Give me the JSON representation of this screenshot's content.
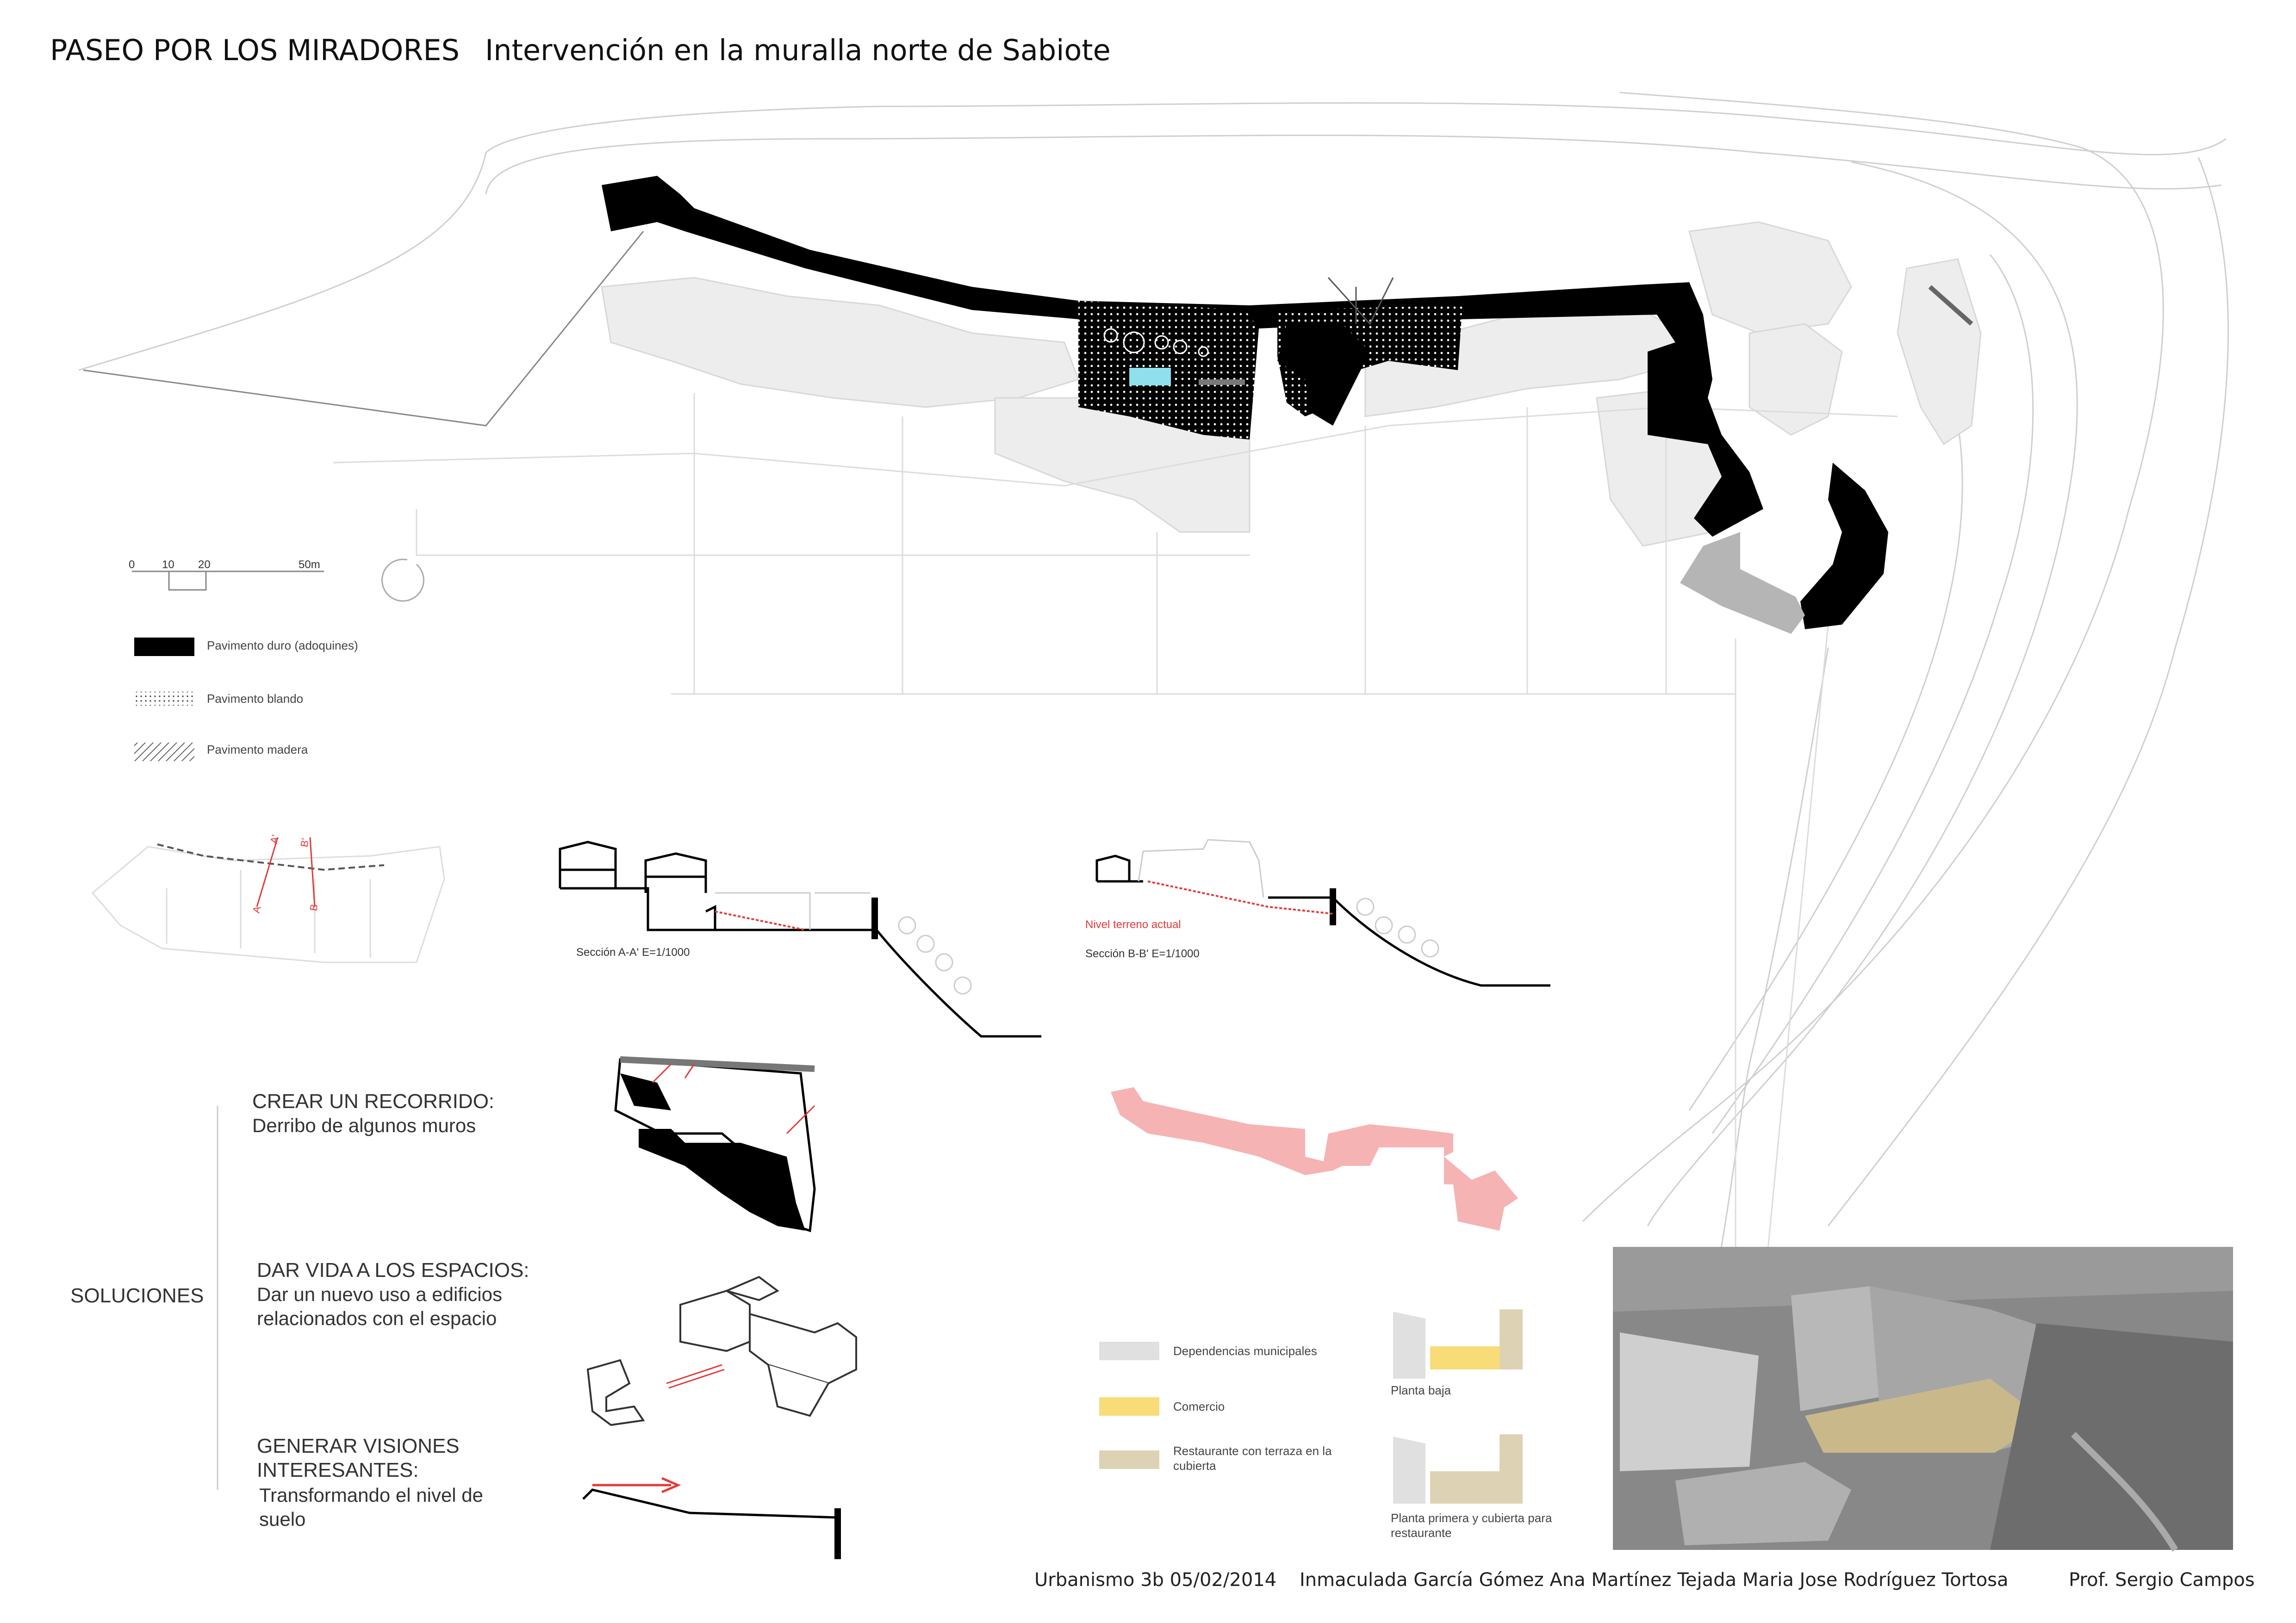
{
  "header": {
    "title_left": "PASEO  POR LOS MIRADORES",
    "title_right": "Intervención en la muralla norte de Sabiote"
  },
  "scale_bar": {
    "labels": [
      "0",
      "10",
      "20",
      "50m"
    ]
  },
  "legend_pavement": [
    {
      "label": "Pavimento duro (adoquines)",
      "pattern": "solid-black"
    },
    {
      "label": "Pavimento blando",
      "pattern": "dots"
    },
    {
      "label": "Pavimento madera",
      "pattern": "hatch"
    }
  ],
  "key_plan": {
    "labels": [
      "A'",
      "B'",
      "A",
      "B"
    ]
  },
  "sections": [
    {
      "caption": "Sección A-A'   E=1/1000"
    },
    {
      "caption": "Sección B-B'   E=1/1000",
      "note": "Nivel terreno actual"
    }
  ],
  "soluciones": {
    "label": "SOLUCIONES",
    "items": [
      {
        "heading": "CREAR UN RECORRIDO:",
        "body": "Derribo de algunos muros"
      },
      {
        "heading": "DAR VIDA A LOS ESPACIOS:",
        "body": "Dar un nuevo uso a edificios relacionados con el espacio"
      },
      {
        "heading": "GENERAR VISIONES INTERESANTES:",
        "body": "Transformando el nivel de suelo"
      }
    ]
  },
  "uses_legend": [
    {
      "label": "Dependencias municipales",
      "color": "#e0e0e0"
    },
    {
      "label": "Comercio",
      "color": "#f7dc78"
    },
    {
      "label": "Restaurante con terraza en la cubierta",
      "color": "#ddd3b4"
    }
  ],
  "floor_plans": [
    {
      "caption": "Planta baja"
    },
    {
      "caption": "Planta primera y cubierta para restaurante"
    }
  ],
  "colors": {
    "accent_red": "#e33a3a",
    "path_pink": "#f6b3b3",
    "route_black": "#000000"
  },
  "footer": {
    "course": "Urbanismo 3b  05/02/2014",
    "authors": "Inmaculada García Gómez Ana Martínez Tejada Maria Jose Rodríguez Tortosa",
    "professor": "Prof. Sergio Campos"
  }
}
